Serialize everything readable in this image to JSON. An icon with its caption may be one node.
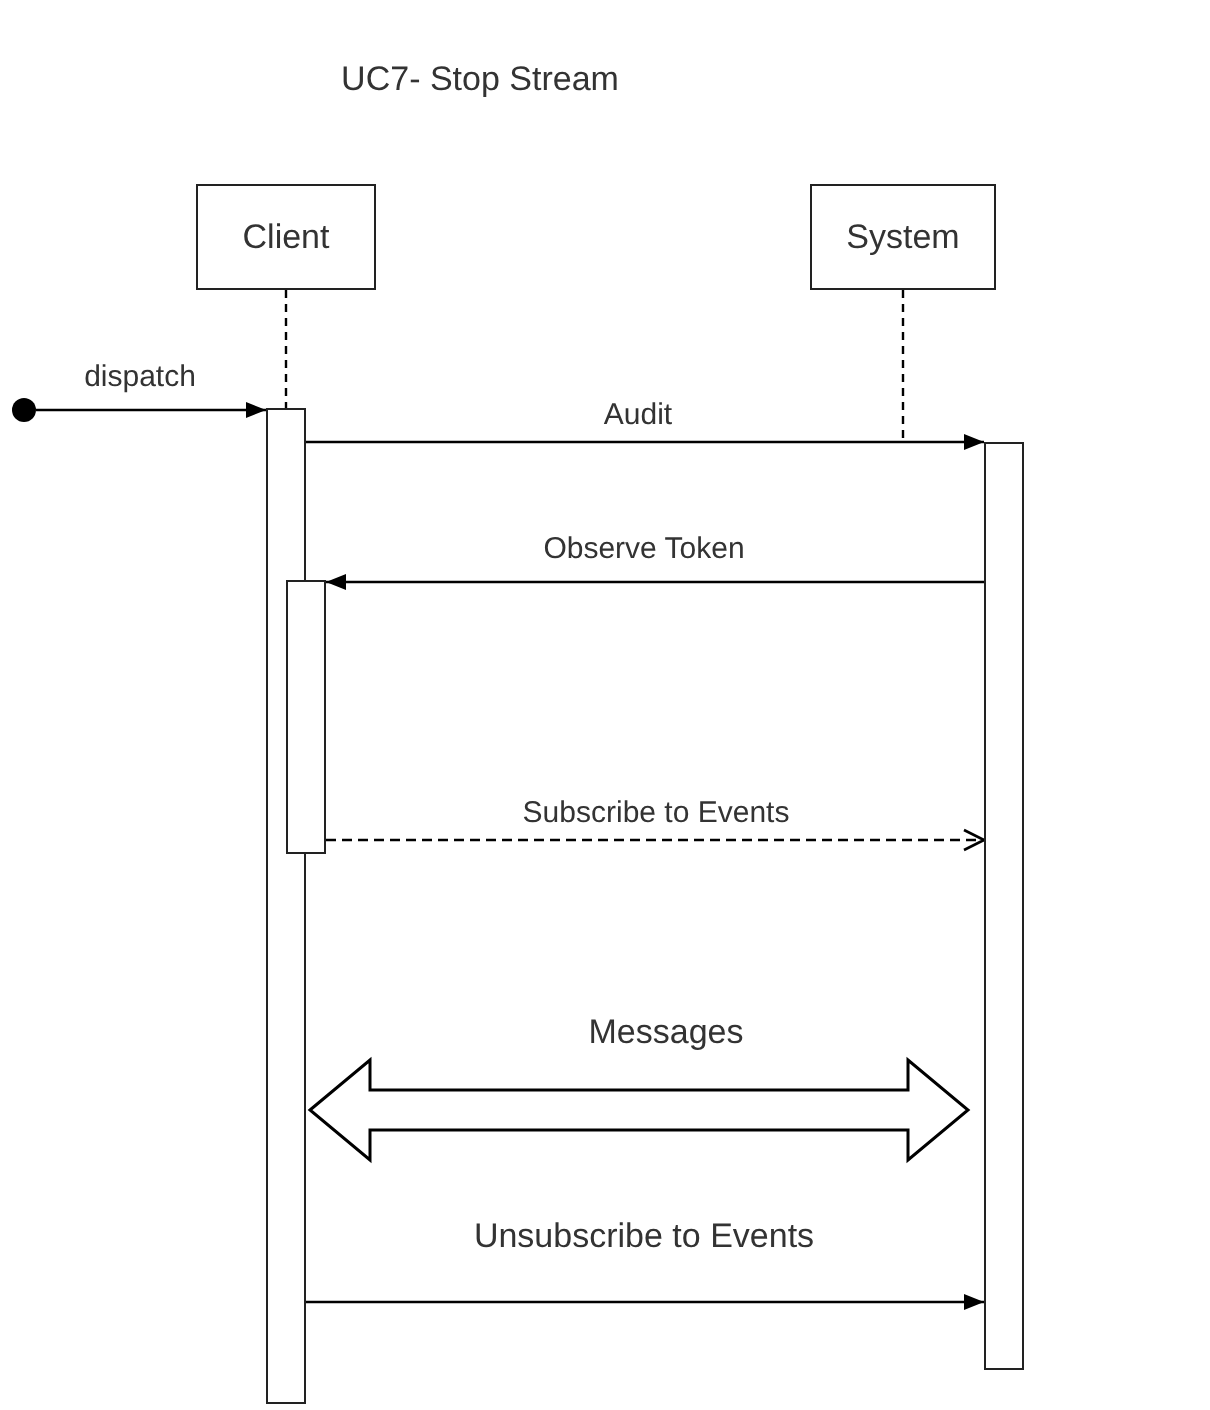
{
  "diagram": {
    "title": "UC7- Stop Stream",
    "nodes": [
      {
        "text": [
          "Client"
        ]
      },
      {
        "text": [
          "System"
        ]
      },
      {
        "text": [],
        "shape": "circle"
      },
      {
        "text": [],
        "shape": "bar"
      },
      {
        "text": [],
        "shape": "bar"
      },
      {
        "text": [],
        "shape": "bar"
      }
    ],
    "edges": [
      {
        "from": 0,
        "to": 3,
        "arrow": "none",
        "style": "dashed"
      },
      {
        "from": 1,
        "to": 5,
        "arrow": "none",
        "style": "dashed"
      },
      {
        "from": 2,
        "to": 3,
        "label": "dispatch",
        "arrow": "to"
      },
      {
        "from": 3,
        "to": 5,
        "label": "Audit",
        "arrow": "to"
      },
      {
        "from": 5,
        "to": 4,
        "label": "Observe Token",
        "arrow": "to"
      },
      {
        "from": 4,
        "to": 5,
        "label": "Subscribe to Events",
        "arrow": "to",
        "style": "dashed"
      },
      {
        "from": 3,
        "to": 5,
        "label": "Messages",
        "arrow": "both",
        "style": "thick"
      },
      {
        "from": 3,
        "to": 5,
        "label": "Unsubscribe to Events",
        "arrow": "to"
      }
    ]
  }
}
